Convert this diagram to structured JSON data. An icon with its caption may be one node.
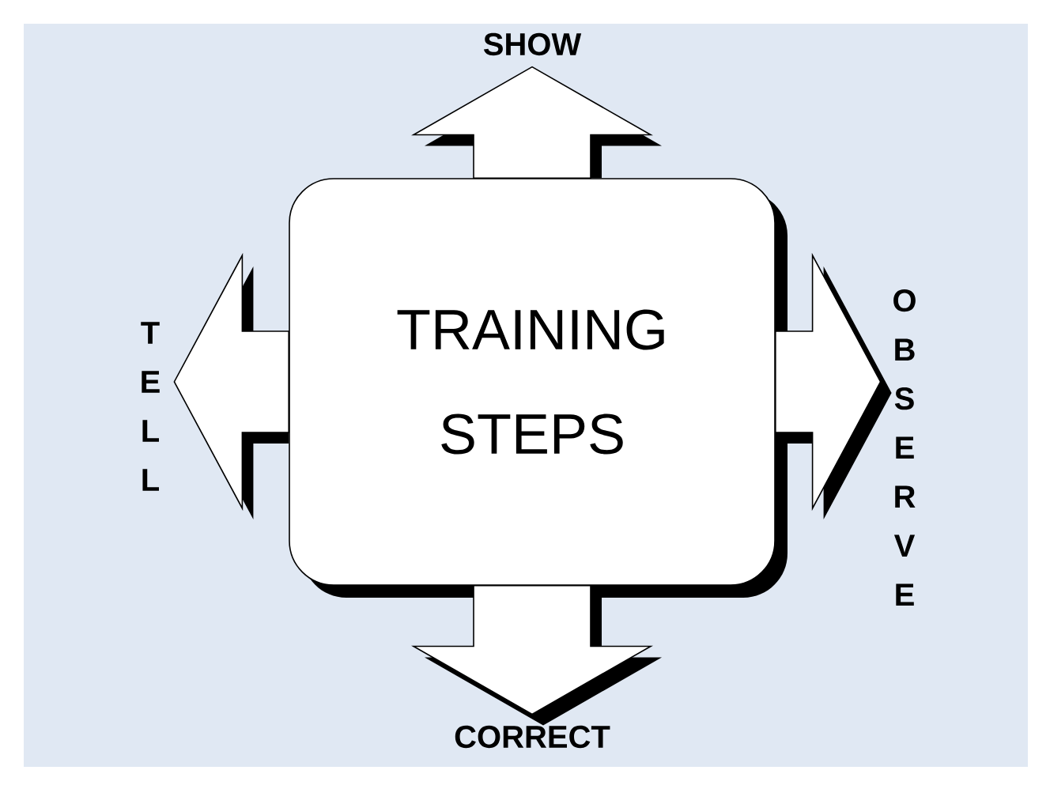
{
  "diagram": {
    "nodes": [
      {
        "text": [
          "TRAINING STEPS"
        ]
      },
      {
        "text": [
          "SHOW"
        ]
      },
      {
        "text": [
          "OBSERVE"
        ]
      },
      {
        "text": [
          "CORRECT"
        ]
      },
      {
        "text": [
          "TELL"
        ]
      }
    ],
    "edges": [
      {
        "from": 0,
        "to": 1,
        "arrow": "to"
      },
      {
        "from": 0,
        "to": 2,
        "arrow": "to"
      },
      {
        "from": 0,
        "to": 3,
        "arrow": "to"
      },
      {
        "from": 0,
        "to": 4,
        "arrow": "to"
      }
    ]
  }
}
